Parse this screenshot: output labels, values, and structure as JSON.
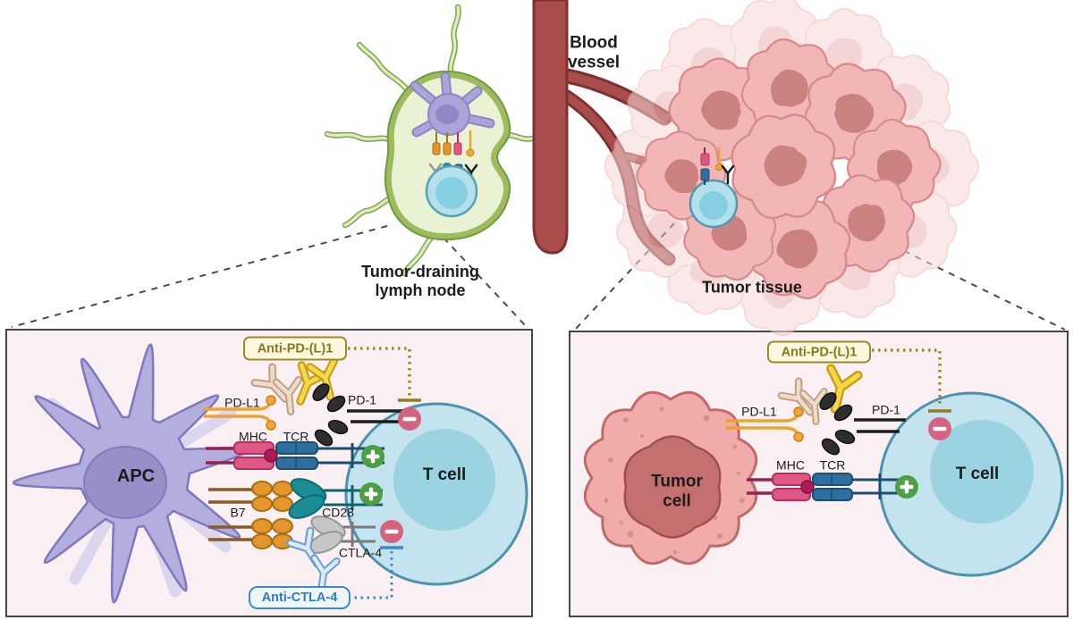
{
  "overview": {
    "blood_vessel_label": "Blood vessel",
    "lymph_node_label": "Tumor-draining lymph node",
    "tumor_tissue_label": "Tumor tissue"
  },
  "lymph_node_panel": {
    "apc_label": "APC",
    "t_cell_label": "T cell",
    "pd_l1_label": "PD-L1",
    "pd_1_label": "PD-1",
    "mhc_label": "MHC",
    "tcr_label": "TCR",
    "b7_label": "B7",
    "cd28_label": "CD28",
    "ctla_4_label": "CTLA-4",
    "anti_pd_l1_label": "Anti-PD-(L)1",
    "anti_ctla_4_label": "Anti-CTLA-4"
  },
  "tumor_panel": {
    "tumor_cell_label": "Tumor cell",
    "t_cell_label": "T cell",
    "pd_l1_label": "PD-L1",
    "pd_1_label": "PD-1",
    "mhc_label": "MHC",
    "tcr_label": "TCR",
    "anti_pd_l1_label": "Anti-PD-(L)1"
  },
  "colors": {
    "stimulatory_green": "#4d9e44",
    "inhibitory_pink": "#d4637f",
    "anti_pd_l1_olive": "#9c8b2a",
    "anti_ctla_4_blue": "#4089c8",
    "vessel_red": "#a94c4c",
    "lymph_node_green": "#8aad4e",
    "t_cell_blue": "#c3e3ee",
    "apc_purple": "#b3aede",
    "tumor_pink": "#f3b6b6"
  }
}
